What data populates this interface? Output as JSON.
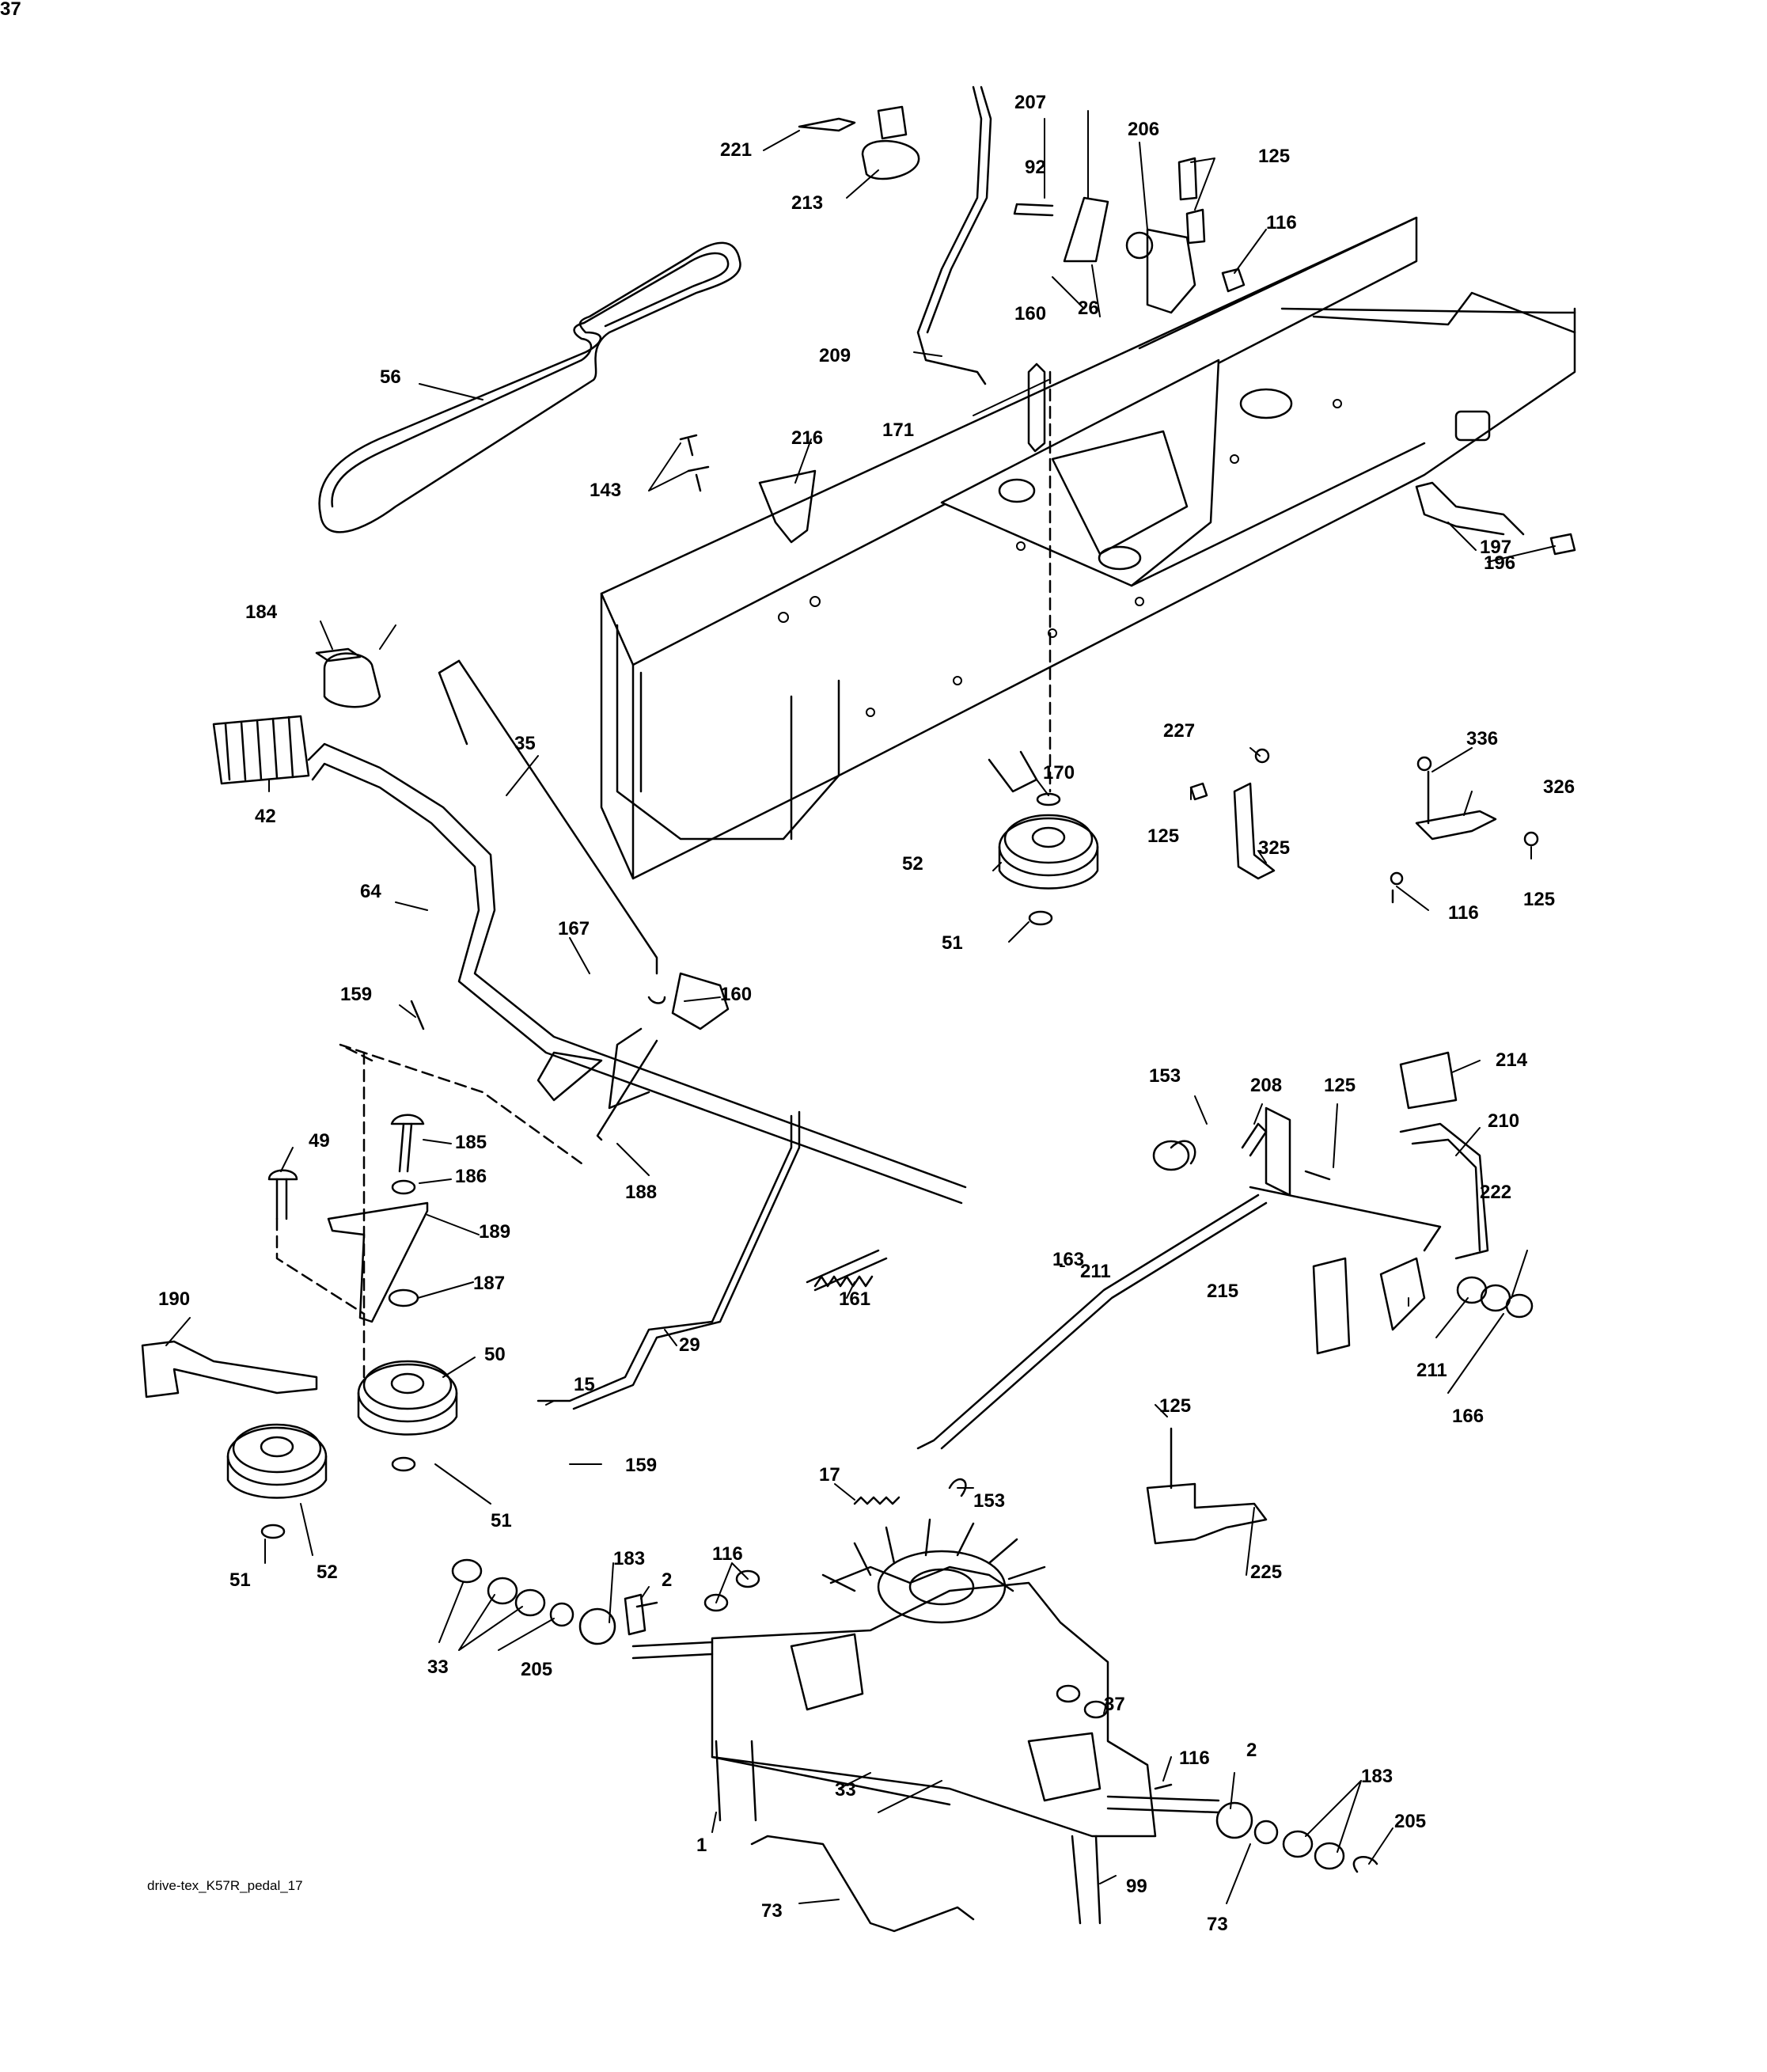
{
  "diagram": {
    "caption": "drive-tex_K57R_pedal_17",
    "callouts": [
      "221",
      "213",
      "207",
      "206",
      "92",
      "125",
      "116",
      "160",
      "26",
      "209",
      "171",
      "56",
      "216",
      "143",
      "197",
      "196",
      "184",
      "35",
      "42",
      "227",
      "336",
      "326",
      "170",
      "125",
      "325",
      "52",
      "51",
      "116",
      "125",
      "64",
      "167",
      "160",
      "159",
      "153",
      "208",
      "125",
      "214",
      "185",
      "186",
      "49",
      "188",
      "189",
      "210",
      "211",
      "222",
      "187",
      "161",
      "163",
      "215",
      "211",
      "166",
      "190",
      "50",
      "29",
      "15",
      "159",
      "125",
      "51",
      "17",
      "153",
      "183",
      "116",
      "2",
      "225",
      "52",
      "51",
      "33",
      "205",
      "37",
      "116",
      "2",
      "183",
      "205",
      "33",
      "1",
      "73",
      "99",
      "73",
      "37"
    ]
  }
}
